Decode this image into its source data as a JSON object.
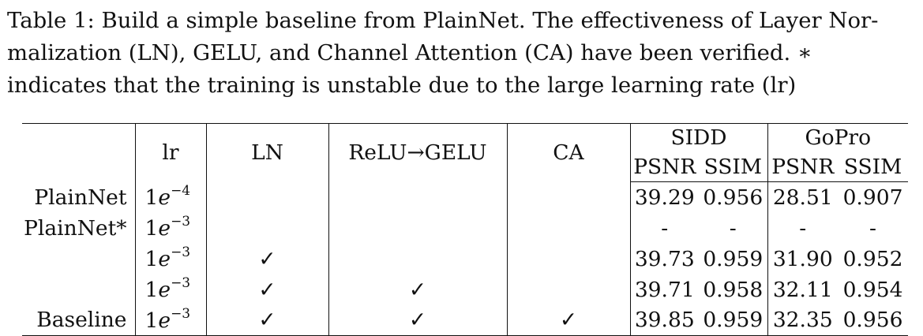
{
  "caption": {
    "line1": "Table 1: Build a simple baseline from PlainNet. The effectiveness of Layer Nor-",
    "line2": "malization (LN), GELU, and Channel Attention (CA) have been verified. ∗",
    "line3": "indicates that the training is unstable due to the large learning rate (lr)"
  },
  "table": {
    "headers": {
      "method": "",
      "lr": "lr",
      "ln": "LN",
      "gelu": "ReLU→GELU",
      "ca": "CA",
      "sidd": "SIDD",
      "gopro": "GoPro",
      "psnr": "PSNR",
      "ssim": "SSIM"
    },
    "rows": [
      {
        "method": "PlainNet",
        "lr_base": "1",
        "lr_e": "e",
        "lr_exp": "−4",
        "ln": "",
        "gelu": "",
        "ca": "",
        "sidd_psnr": "39.29",
        "sidd_ssim": "0.956",
        "gopro_psnr": "28.51",
        "gopro_ssim": "0.907"
      },
      {
        "method": "PlainNet*",
        "lr_base": "1",
        "lr_e": "e",
        "lr_exp": "−3",
        "ln": "",
        "gelu": "",
        "ca": "",
        "sidd_psnr": "-",
        "sidd_ssim": "-",
        "gopro_psnr": "-",
        "gopro_ssim": "-"
      },
      {
        "method": "",
        "lr_base": "1",
        "lr_e": "e",
        "lr_exp": "−3",
        "ln": "✓",
        "gelu": "",
        "ca": "",
        "sidd_psnr": "39.73",
        "sidd_ssim": "0.959",
        "gopro_psnr": "31.90",
        "gopro_ssim": "0.952"
      },
      {
        "method": "",
        "lr_base": "1",
        "lr_e": "e",
        "lr_exp": "−3",
        "ln": "✓",
        "gelu": "✓",
        "ca": "",
        "sidd_psnr": "39.71",
        "sidd_ssim": "0.958",
        "gopro_psnr": "32.11",
        "gopro_ssim": "0.954"
      },
      {
        "method": "Baseline",
        "lr_base": "1",
        "lr_e": "e",
        "lr_exp": "−3",
        "ln": "✓",
        "gelu": "✓",
        "ca": "✓",
        "sidd_psnr": "39.85",
        "sidd_ssim": "0.959",
        "gopro_psnr": "32.35",
        "gopro_ssim": "0.956"
      }
    ]
  }
}
